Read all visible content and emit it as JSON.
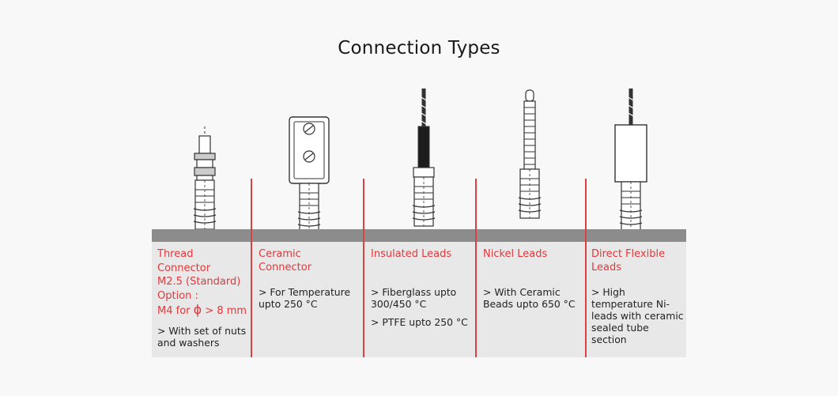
{
  "title": "Connection Types",
  "colors": {
    "accent": "#e0383c",
    "bar": "#8c8c8c",
    "panel": "#e8e8e8"
  },
  "columns": [
    {
      "heading_lines": [
        "Thread Connector",
        "M2.5 (Standard)",
        "Option :"
      ],
      "option_prefix": "M4 for",
      "option_symbol": "ϕ",
      "option_suffix": "> 8 mm",
      "notes": [
        "> With set of nuts and washers"
      ]
    },
    {
      "heading": "Ceramic Connector",
      "notes": [
        "> For Temperature upto 250 °C"
      ]
    },
    {
      "heading": "Insulated Leads",
      "notes": [
        "> Fiberglass upto 300/450 °C",
        "> PTFE upto 250 °C"
      ]
    },
    {
      "heading": "Nickel Leads",
      "notes": [
        "> With Ceramic Beads upto 650 °C"
      ]
    },
    {
      "heading": "Direct Flexible Leads",
      "notes": [
        "> High temperature Ni-leads with ceramic sealed tube section"
      ]
    }
  ]
}
